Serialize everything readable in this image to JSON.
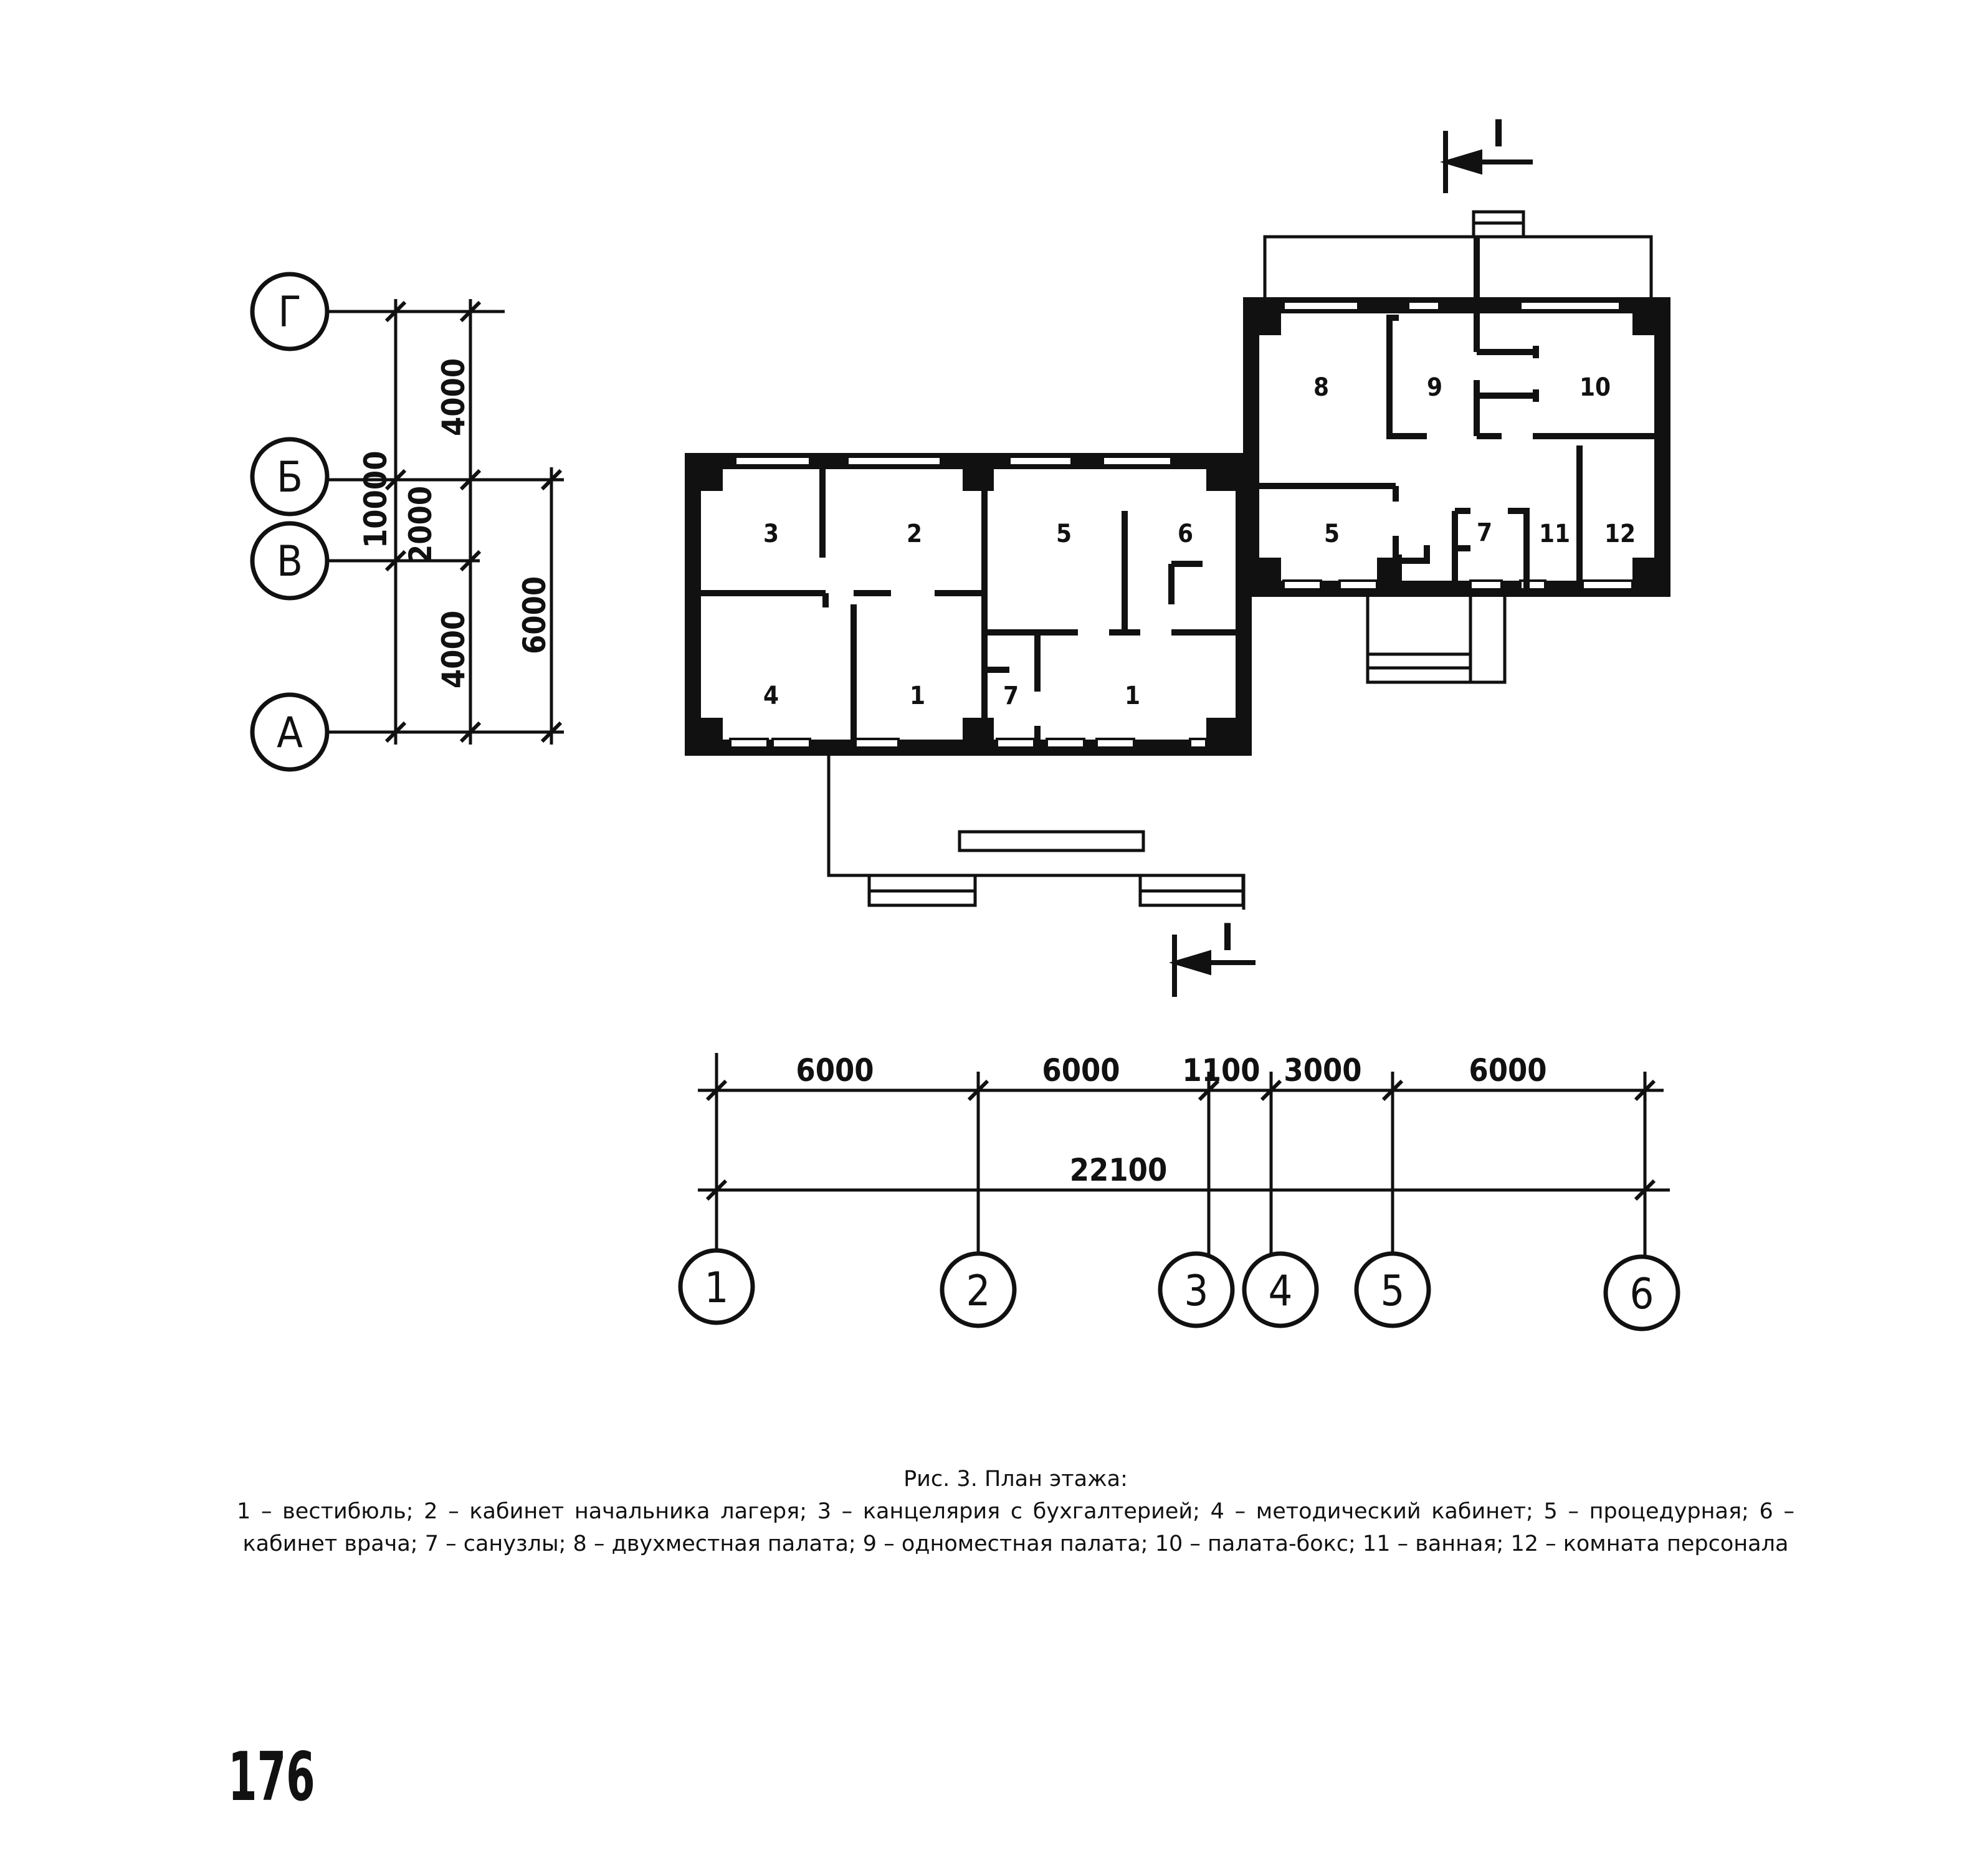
{
  "plan": {
    "section_mark_top": "I",
    "section_mark_bottom": "I",
    "rooms_left": [
      "3",
      "2",
      "4",
      "1",
      "5",
      "6",
      "7",
      "1"
    ],
    "rooms_right": [
      "8",
      "9",
      "10",
      "5",
      "7",
      "11",
      "12"
    ]
  },
  "grid": {
    "row_axes": [
      "Г",
      "Б",
      "В",
      "А"
    ],
    "col_axes": [
      "1",
      "2",
      "3",
      "4",
      "5",
      "6"
    ]
  },
  "dimensions": {
    "vertical_inner": [
      "4000",
      "2000",
      "4000"
    ],
    "vertical_total": "10000",
    "vertical_right": "6000",
    "horizontal_segments": [
      "6000",
      "6000",
      "1100",
      "3000",
      "6000"
    ],
    "horizontal_total": "22100"
  },
  "caption": {
    "title": "Рис. 3. План этажа:",
    "legend": "1 – вестибюль; 2 – кабинет начальника лагеря; 3 – канцелярия с бухгалтерией; 4 – методический кабинет; 5 – процедурная; 6 – кабинет врача; 7 – санузлы; 8 – двухместная палата; 9 – одноместная палата; 10 – палата-бокс; 11 – ванная; 12 – комната персонала"
  },
  "page_number": "176"
}
